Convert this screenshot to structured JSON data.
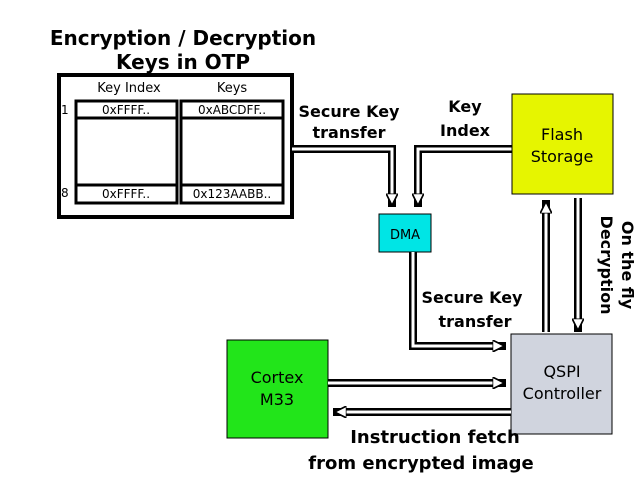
{
  "otp": {
    "title_line1": "Encryption / Decryption",
    "title_line2": "Keys in OTP",
    "col_key_index": "Key Index",
    "col_keys": "Keys",
    "rows": [
      {
        "num": "1",
        "index": "0xFFFF..",
        "key": "0xABCDFF.."
      },
      {
        "num": "8",
        "index": "0xFFFF..",
        "key": "0x123AABB.."
      }
    ]
  },
  "dma": {
    "label": "DMA",
    "color": "#00e5e5"
  },
  "flash": {
    "line1": "Flash",
    "line2": "Storage",
    "color": "#e6f500"
  },
  "cortex": {
    "line1": "Cortex",
    "line2": "M33",
    "color": "#22e51a"
  },
  "qspi": {
    "line1": "QSPI",
    "line2": "Controller",
    "color": "#d0d4de"
  },
  "labels": {
    "secure_key_top_1": "Secure Key",
    "secure_key_top_2": "transfer",
    "key_index_1": "Key",
    "key_index_2": "Index",
    "secure_key_mid_1": "Secure Key",
    "secure_key_mid_2": "transfer",
    "otf_1": "On the fly",
    "otf_2": "Decryption",
    "fetch_1": "Instruction fetch",
    "fetch_2": "from encrypted image"
  }
}
